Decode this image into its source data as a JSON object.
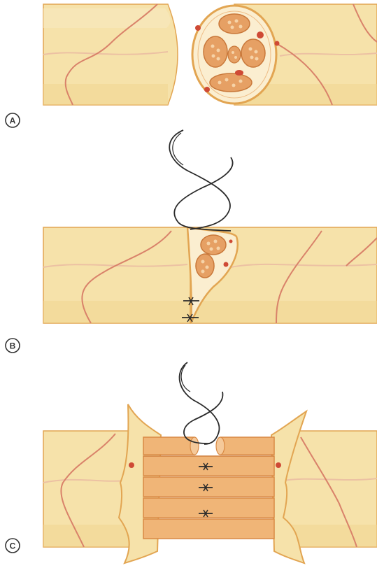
{
  "figure": {
    "colors": {
      "nerve_fill": "#f6e2aa",
      "nerve_shade": "#f0d48d",
      "outline": "#e2a552",
      "fascicle_fill": "#e6a064",
      "fascicle_dark": "#d98a45",
      "vessel_line": "#d9826a",
      "vessel_dot": "#cf4a35",
      "suture": "#2a2a2a",
      "label_ring": "#333333"
    },
    "panels": [
      {
        "label": "A",
        "technique": "nerve-cross-section"
      },
      {
        "label": "B",
        "technique": "epineurial-repair"
      },
      {
        "label": "C",
        "technique": "fascicular-repair"
      }
    ]
  }
}
